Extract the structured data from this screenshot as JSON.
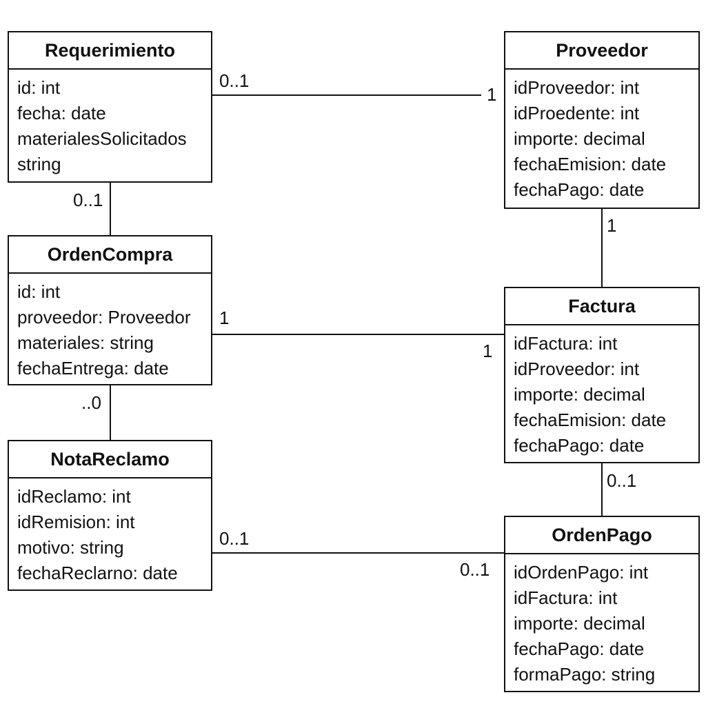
{
  "classes": {
    "requerimiento": {
      "name": "Requerimiento",
      "attributes": [
        "id: int",
        "fecha: date",
        "materialesSolicitados",
        "string"
      ]
    },
    "proveedor": {
      "name": "Proveedor",
      "attributes": [
        "idProveedor: int",
        "idProedente: int",
        "importe: decimal",
        "fechaEmision: date",
        "fechaPago: date"
      ]
    },
    "ordencompra": {
      "name": "OrdenCompra",
      "attributes": [
        "id: int",
        "proveedor: Proveedor",
        "materiales: string",
        "fechaEntrega: date"
      ]
    },
    "factura": {
      "name": "Factura",
      "attributes": [
        "idFactura: int",
        "idProveedor: int",
        "importe: decimal",
        "fechaEmision: date",
        "fechaPago: date"
      ]
    },
    "notareclamo": {
      "name": "NotaReclamo",
      "attributes": [
        "idReclamo: int",
        "idRemision: int",
        "motivo: string",
        "fechaReclarno: date"
      ]
    },
    "ordenpago": {
      "name": "OrdenPago",
      "attributes": [
        "idOrdenPago: int",
        "idFactura: int",
        "importe: decimal",
        "fechaPago: date",
        "formaPago: string"
      ]
    }
  },
  "associations": {
    "requerimiento_proveedor": {
      "from_mult": "0..1",
      "to_mult": "1"
    },
    "requerimiento_ordencompra": {
      "mult": "0..1"
    },
    "proveedor_factura": {
      "mult": "1"
    },
    "ordencompra_factura": {
      "from_mult": "1",
      "to_mult": "1"
    },
    "ordencompra_notareclamo": {
      "mult": "..0"
    },
    "factura_ordenpago": {
      "mult": "0..1"
    },
    "notareclamo_ordenpago": {
      "from_mult": "0..1",
      "to_mult": "0..1"
    }
  },
  "colors": {
    "line": "#111111",
    "background": "#ffffff"
  }
}
